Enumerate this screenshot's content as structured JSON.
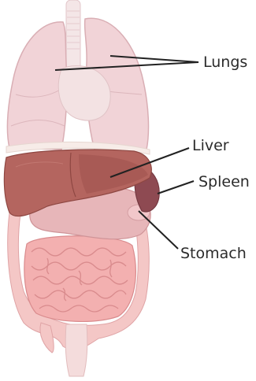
{
  "labels": {
    "lungs": "Lungs",
    "liver": "Liver",
    "spleen": "Spleen",
    "stomach": "Stomach"
  },
  "colors": {
    "lung": "#f1d3d7",
    "lung_outline": "#d9aeb4",
    "heart": "#f3e2e3",
    "trachea": "#f4e6e7",
    "liver": "#b4655f",
    "liver_dark": "#9e524c",
    "spleen": "#8e4a52",
    "stomach": "#e7b6b9",
    "intestine": "#f0a8a8",
    "intestine_outline": "#d98b8d",
    "colon": "#f4c7c6",
    "leader_line": "#222222"
  }
}
